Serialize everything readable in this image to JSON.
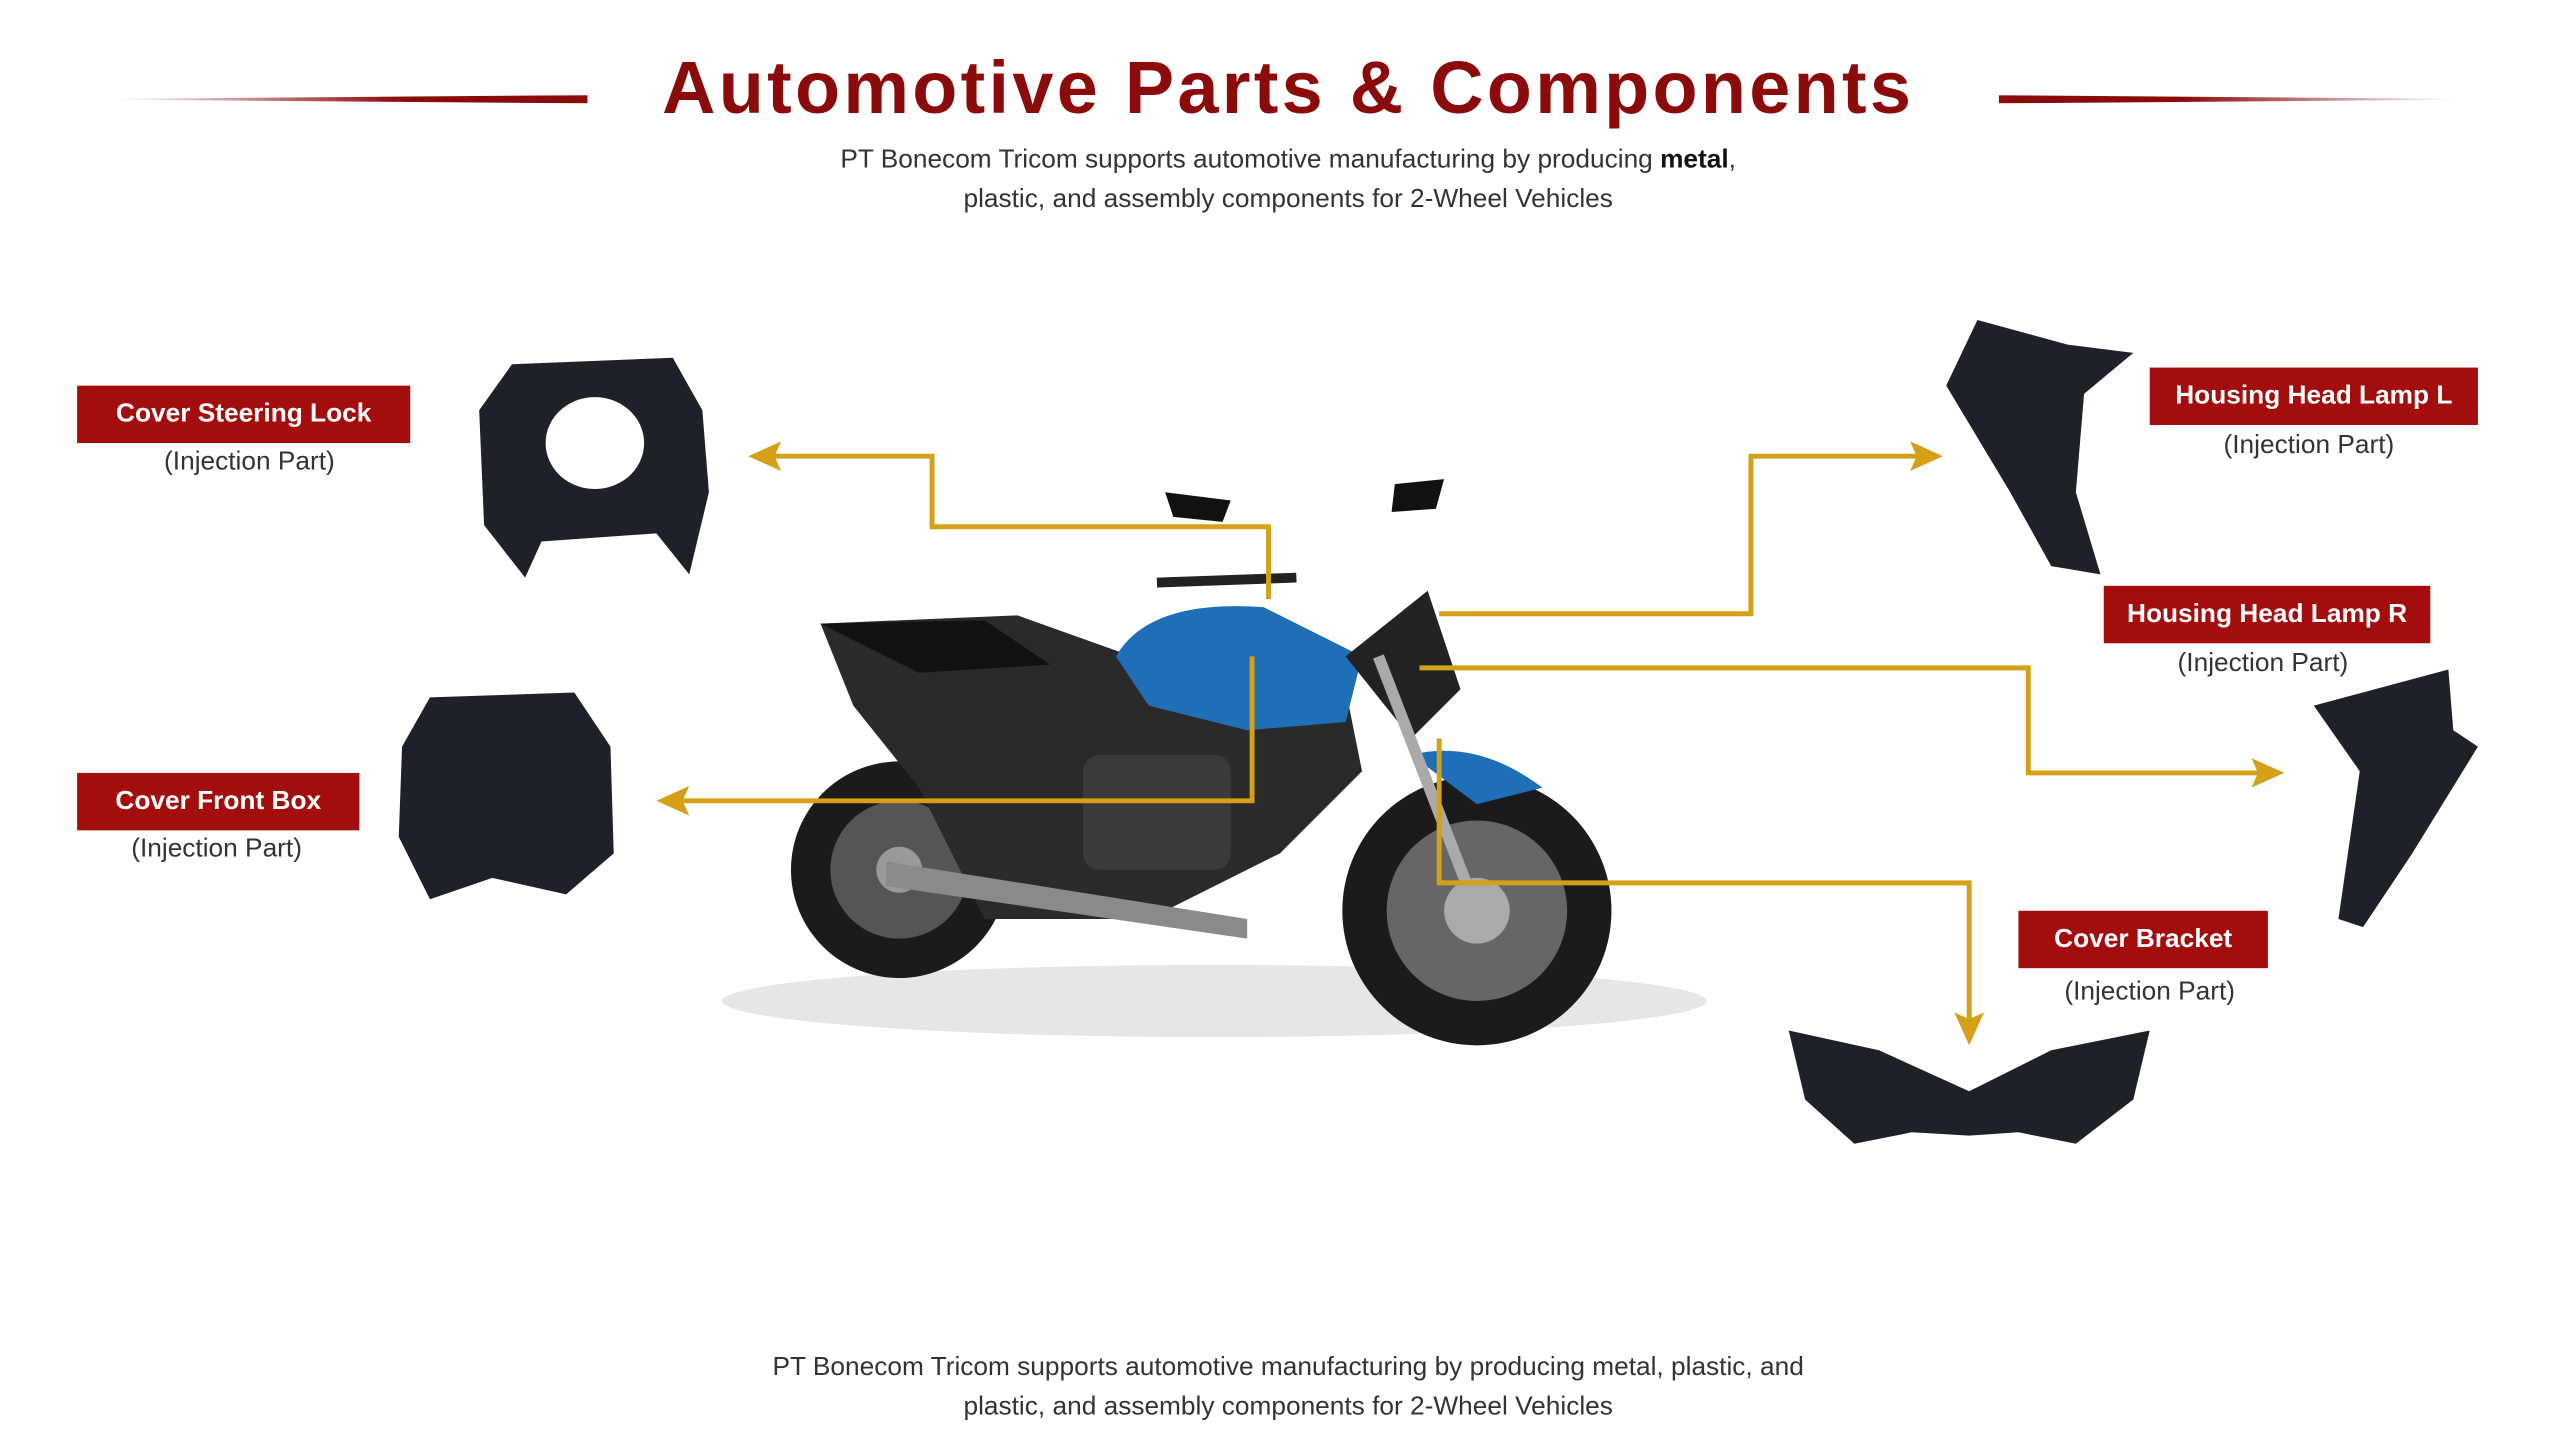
{
  "header": {
    "title": "Automotive Parts & Components",
    "subtitle_line1_pre": "PT Bonecom Tricom supports automotive manufacturing by producing ",
    "subtitle_bold": "metal",
    "subtitle_line1_post": ",",
    "subtitle_line2": "plastic, and assembly components for 2-Wheel Vehicles"
  },
  "parts": [
    {
      "name": "Cover Steering Lock",
      "type": "(Injection Part)"
    },
    {
      "name": "Cover Front Box",
      "type": "(Injection Part)"
    },
    {
      "name": "Housing Head Lamp L",
      "type": "(Injection Part)"
    },
    {
      "name": "Housing Head Lamp R",
      "type": "(Injection Part)"
    },
    {
      "name": "Cover Bracket",
      "type": "(Injection Part)"
    }
  ],
  "footer": {
    "line1": "PT Bonecom Tricom supports automotive manufacturing by producing metal, plastic, and",
    "line2": "plastic, and assembly components for 2-Wheel Vehicles"
  },
  "colors": {
    "accent": "#a30d0d",
    "arrow": "#d4a017"
  }
}
